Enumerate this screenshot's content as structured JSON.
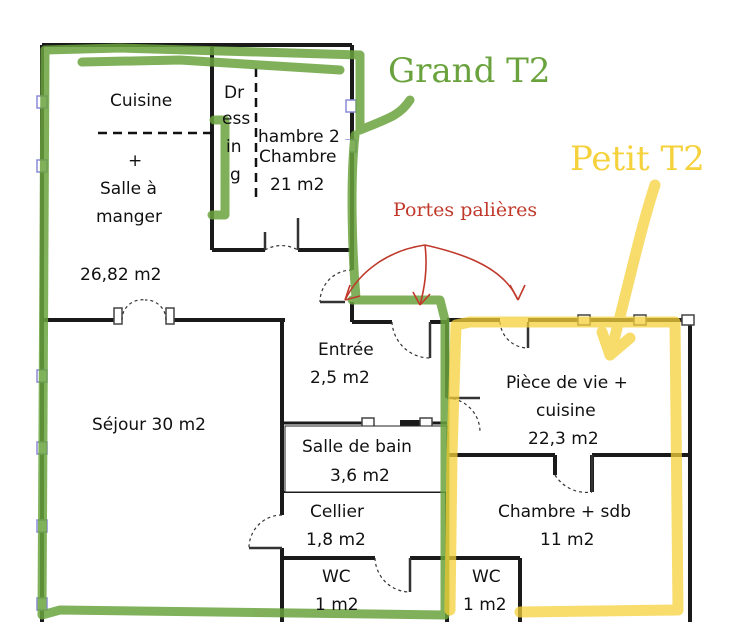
{
  "annotations": {
    "grand_t2": "Grand T2",
    "petit_t2": "Petit T2",
    "portes_palieres": "Portes palières"
  },
  "rooms": {
    "cuisine": "Cuisine",
    "plus": "+",
    "salle_a": "Salle à",
    "manger": "manger",
    "cuisine_area": "26,82 m2",
    "dressing_1": "Dr",
    "dressing_2": "ess",
    "dressing_3": "in",
    "dressing_4": "g",
    "chambre": "Chambre",
    "chambre_area": "21 m2",
    "chambre_ghost": "hambre 2",
    "sejour": "Séjour 30 m2",
    "entree": "Entrée",
    "entree_area": "2,5 m2",
    "sdb": "Salle de bain",
    "sdb_area": "3,6 m2",
    "cellier": "Cellier",
    "cellier_area": "1,8 m2",
    "wc1": "WC",
    "wc1_area": "1 m2",
    "piece_vie_1": "Pièce de vie +",
    "piece_vie_2": "cuisine",
    "piece_vie_area": "22,3 m2",
    "chambre_sdb": "Chambre + sdb",
    "chambre_sdb_area": "11 m2",
    "wc2": "WC",
    "wc2_area": "1 m2"
  },
  "colors": {
    "green": "#6aa33e",
    "yellow": "#f5d13b",
    "red": "#c0392b",
    "wall": "#1a1a1a",
    "window": "#8a8ad8"
  }
}
